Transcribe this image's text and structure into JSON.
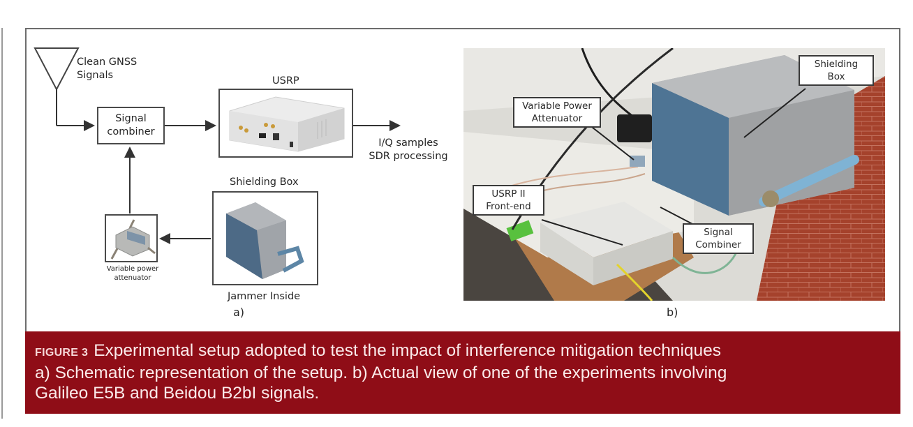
{
  "figure": {
    "panel_a": {
      "antenna_label": [
        "Clean GNSS",
        "Signals"
      ],
      "signal_combiner": [
        "Signal",
        "combiner"
      ],
      "usrp_title": "USRP",
      "output_label": [
        "I/Q samples",
        "SDR processing"
      ],
      "shielding_box_title": "Shielding Box",
      "jammer_label": "Jammer Inside",
      "attenuator_label": [
        "Variable power",
        "attenuator"
      ],
      "panel_tag": "a)"
    },
    "panel_b": {
      "callouts": {
        "attenuator": [
          "Variable Power",
          "Attenuator"
        ],
        "shielding_box": [
          "Shielding",
          "Box"
        ],
        "usrp": [
          "USRP II",
          "Front-end"
        ],
        "combiner": [
          "Signal",
          "Combiner"
        ]
      },
      "panel_tag": "b)"
    }
  },
  "caption": {
    "label": "FIGURE 3",
    "lines": [
      "Experimental setup adopted to test the impact of interference mitigation techniques",
      "a) Schematic representation of the setup. b) Actual view of one of the experiments involving",
      "Galileo E5B and Beidou B2bI signals."
    ]
  },
  "colors": {
    "caption_bg": "#8f0d17",
    "caption_text": "#fbeaea",
    "frame": "#6d6d6d"
  }
}
